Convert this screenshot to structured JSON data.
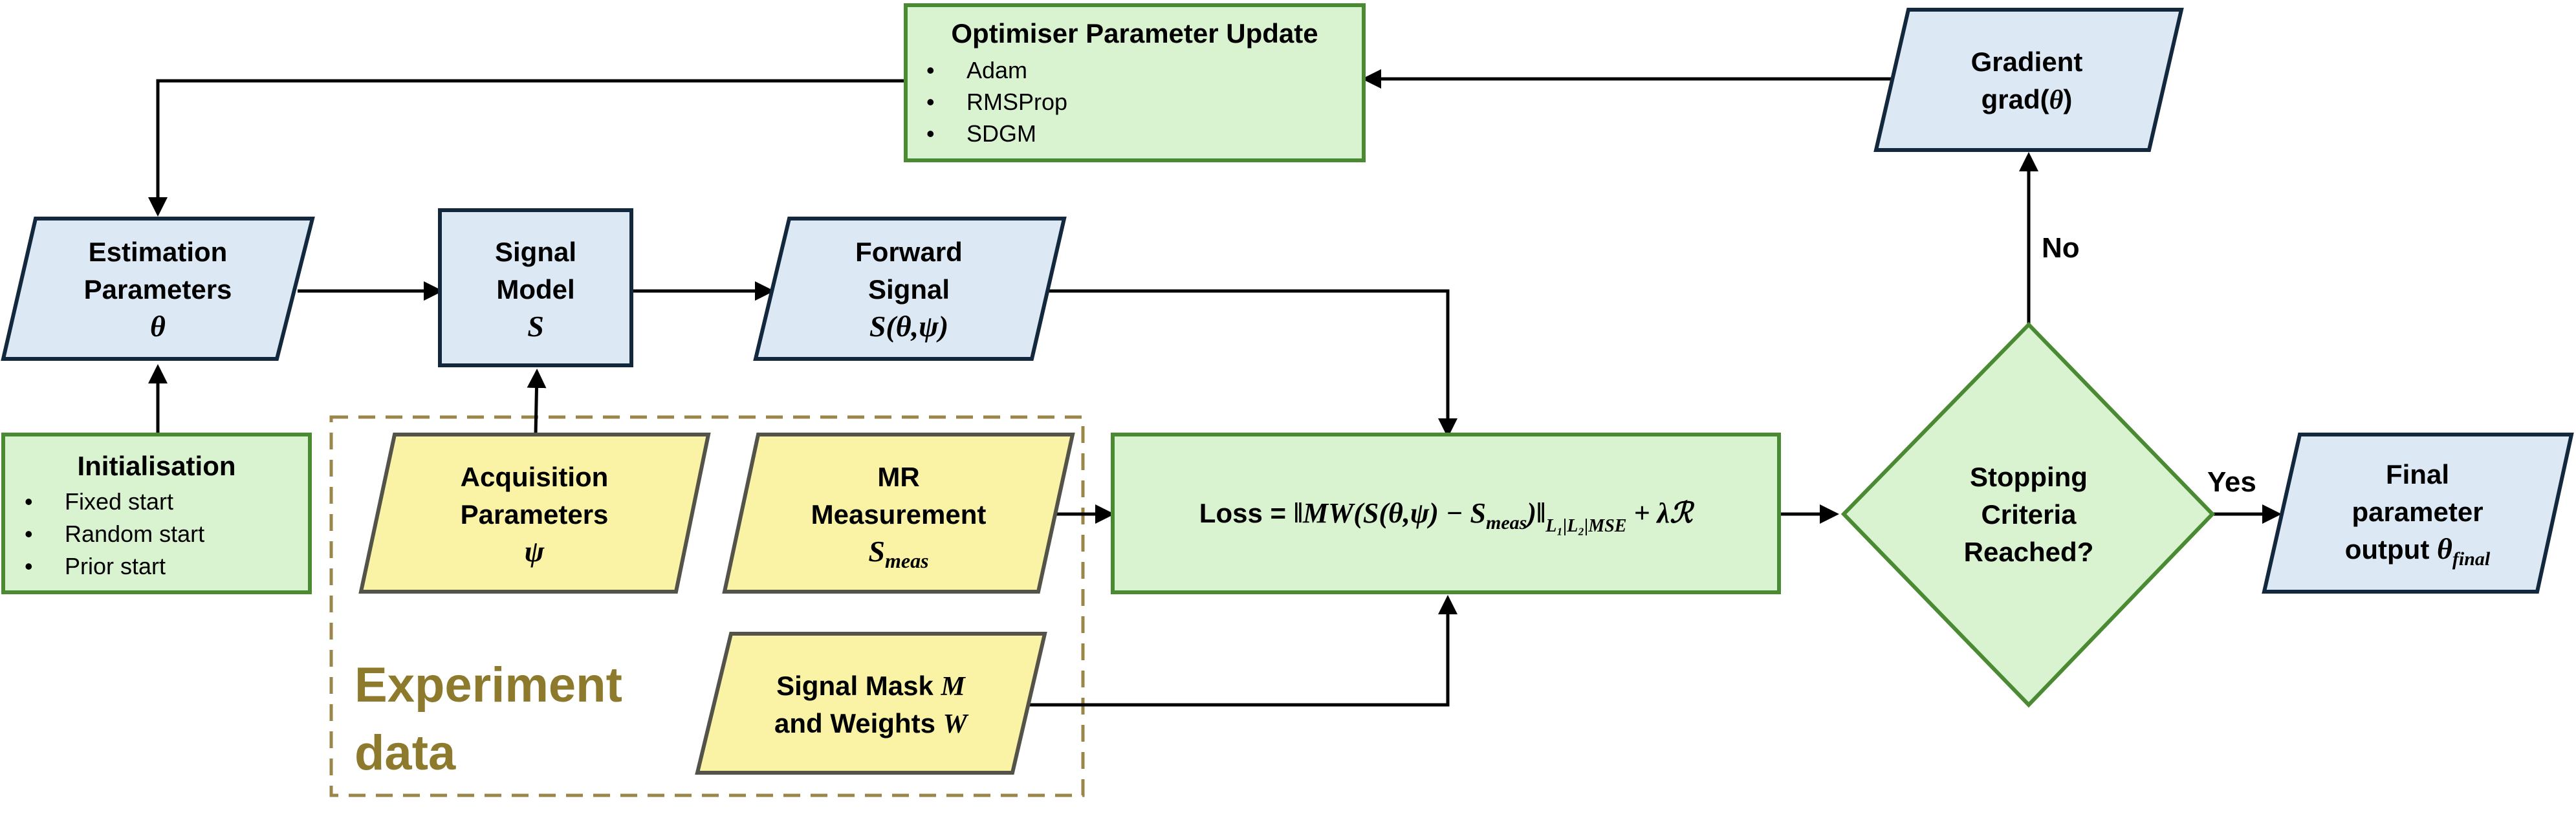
{
  "colors": {
    "blue_fill": "#dce9f5",
    "blue_stroke": "#13283c",
    "green_fill": "#d9f2d0",
    "green_stroke": "#4a8a33",
    "yellow_fill": "#faf3a5",
    "yellow_stroke": "#54534a",
    "experiment_text": "#8d7a2c",
    "experiment_border": "#9b864a",
    "arrow": "#000000"
  },
  "nodes": {
    "optimiser": {
      "title": "Optimiser Parameter Update",
      "items": [
        "Adam",
        "RMSProp",
        "SDGM"
      ]
    },
    "gradient": {
      "line1": "Gradient",
      "line2_prefix": "grad(",
      "line2_symbol": "θ",
      "line2_suffix": ")"
    },
    "estimation": {
      "line1": "Estimation",
      "line2": "Parameters",
      "symbol": "θ"
    },
    "signal_model": {
      "line1": "Signal",
      "line2": "Model",
      "symbol": "S"
    },
    "forward_signal": {
      "line1": "Forward",
      "line2": "Signal",
      "math": "S(θ,ψ)"
    },
    "initialisation": {
      "title": "Initialisation",
      "items": [
        "Fixed start",
        "Random start",
        "Prior start"
      ]
    },
    "acquisition": {
      "line1": "Acquisition",
      "line2": "Parameters",
      "symbol": "ψ"
    },
    "mr_measurement": {
      "line1": "MR",
      "line2": "Measurement",
      "symbol": "S",
      "subscript": "meas"
    },
    "signal_mask": {
      "line1_text": "Signal Mask ",
      "line1_symbol": "M",
      "line2_text": "and Weights ",
      "line2_symbol": "W"
    },
    "loss": {
      "label": "Loss = ",
      "norm_open": "‖",
      "expr": "MW(S(θ,ψ) − S",
      "expr_sub": "meas",
      "expr_close": ")",
      "norm_close": "‖",
      "norm_sub": "L₁|L₂|MSE",
      "reg": " + λℛ"
    },
    "stopping": {
      "line1": "Stopping",
      "line2": "Criteria",
      "line3": "Reached?"
    },
    "final": {
      "line1": "Final",
      "line2": "parameter",
      "line3_text": "output ",
      "line3_symbol": "θ",
      "line3_sub": "final"
    }
  },
  "experiment": {
    "line1": "Experiment",
    "line2": "data"
  },
  "edge_labels": {
    "no": "No",
    "yes": "Yes"
  }
}
